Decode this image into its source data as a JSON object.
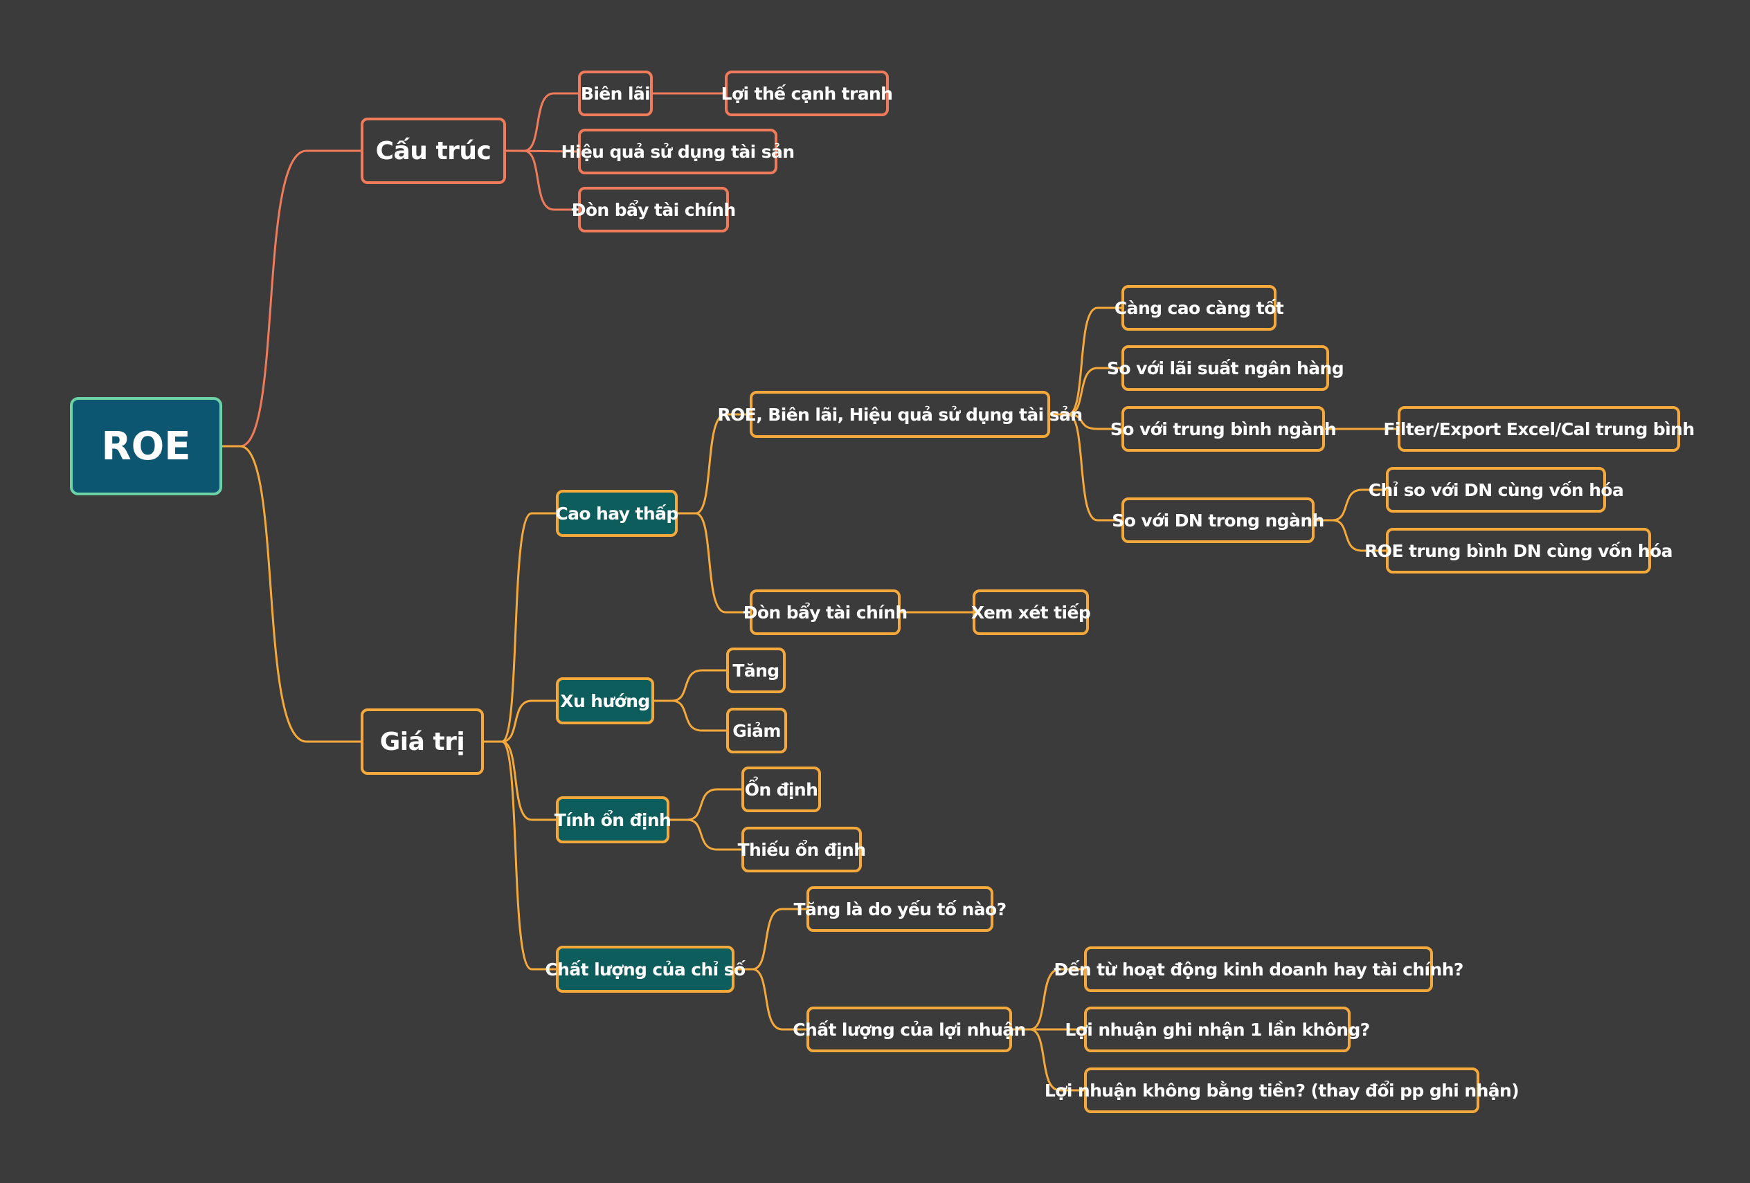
{
  "colors": {
    "background": "#3b3b3b",
    "branch_red": "#f07b5a",
    "branch_orange": "#f5a93a",
    "root_fill": "#0d5671",
    "root_border": "#6cd3a7",
    "teal_fill": "#0d5d5d"
  },
  "mindmap": {
    "root": "ROE",
    "cau_truc": {
      "label": "Cấu trúc",
      "bien_lai": "Biên lãi",
      "loi_the": "Lợi thế cạnh tranh",
      "hieu_qua": "Hiệu quả sử dụng tài sản",
      "don_bay": "Đòn bẩy tài chính"
    },
    "gia_tri": {
      "label": "Giá trị",
      "cao_hay_thap": {
        "label": "Cao hay thấp",
        "roe_group": {
          "label": "ROE, Biên lãi, Hiệu quả sử dụng tài sản",
          "cang_cao": "Càng cao càng tốt",
          "lai_suat": "So với lãi suất ngân hàng",
          "trung_binh_nganh": "So với trung bình ngành",
          "filter": "Filter/Export Excel/Cal trung bình",
          "dn_trong_nganh": "So với DN trong ngành",
          "chi_so": "Chỉ so với DN cùng vốn hóa",
          "roe_tb": "ROE trung bình DN cùng vốn hóa"
        },
        "don_bay": "Đòn bẩy tài chính",
        "xem_xet": "Xem xét tiếp"
      },
      "xu_huong": {
        "label": "Xu hướng",
        "tang": "Tăng",
        "giam": "Giảm"
      },
      "tinh_on_dinh": {
        "label": "Tính ổn định",
        "on_dinh": "Ổn định",
        "thieu": "Thiếu ổn định"
      },
      "chat_luong": {
        "label": "Chất lượng của chỉ số",
        "tang_do": "Tăng là do yếu tố nào?",
        "chat_luong_ln": "Chất lượng của lợi nhuận",
        "den_tu": "Đến từ hoạt động kinh doanh hay tài chính?",
        "ghi_nhan": "Lợi nhuận ghi nhận 1 lần không?",
        "khong_bang_tien": "Lợi nhuận không bằng tiền? (thay đổi pp ghi nhận)"
      }
    }
  }
}
